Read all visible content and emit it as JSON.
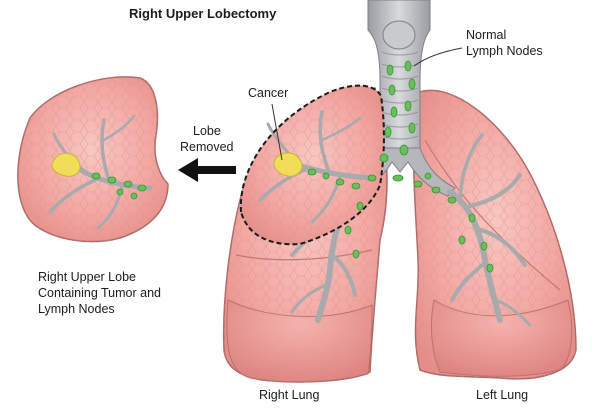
{
  "title": "Right Upper Lobectomy",
  "labels": {
    "cancer": "Cancer",
    "normal_lymph_nodes": [
      "Normal",
      "Lymph Nodes"
    ],
    "lobe_removed": [
      "Lobe",
      "Removed"
    ],
    "removed_lobe_caption": [
      "Right Upper Lobe",
      "Containing Tumor and",
      "Lymph Nodes"
    ],
    "right_lung": "Right Lung",
    "left_lung": "Left Lung"
  },
  "colors": {
    "lung_fill": "#f2a7a2",
    "lung_outline": "#b06a66",
    "airway": "#a9aaae",
    "tumor": "#f2dd57",
    "lymph_node": "#66c15a",
    "cut_line": "#1a1a1a"
  }
}
